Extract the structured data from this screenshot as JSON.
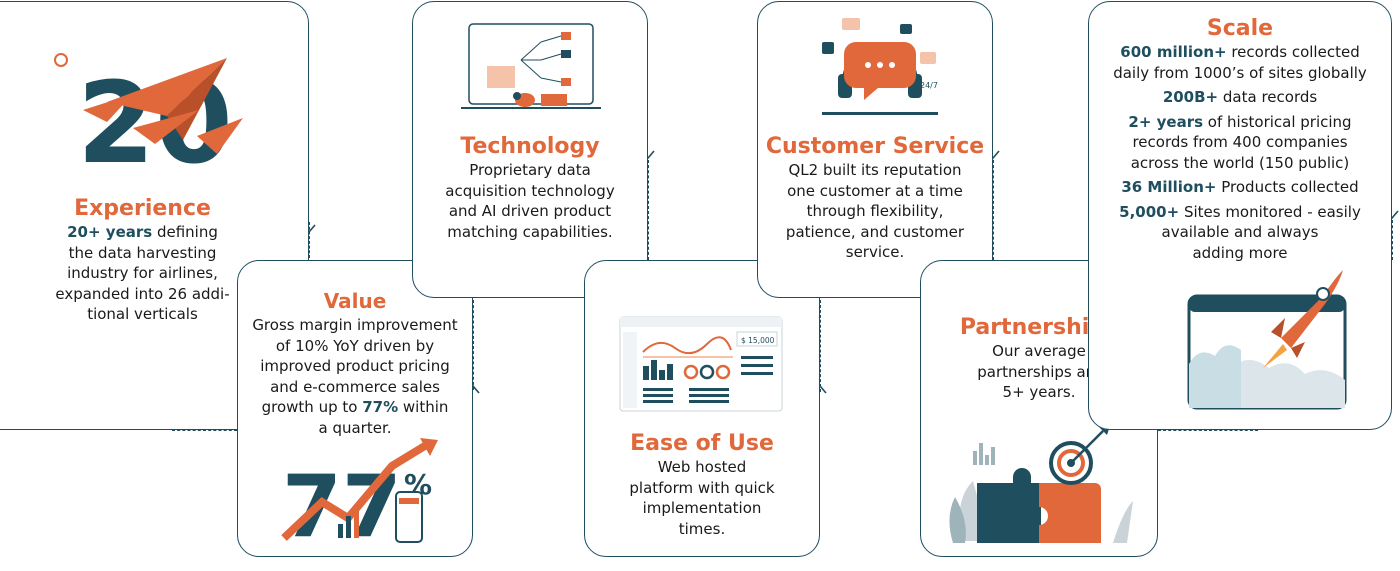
{
  "colors": {
    "accent": "#e0683a",
    "brand": "#1f4e5f",
    "highlight": "#1f4e5f"
  },
  "experience": {
    "title": "Experience",
    "illustration": "20-paper-planes",
    "figure_text": "20",
    "highlight": "20+ years",
    "line1_rest": " defining",
    "lines": [
      "the data harvesting",
      "industry for airlines,",
      "expanded into 26 addi-",
      "tional verticals"
    ]
  },
  "value": {
    "title": "Value",
    "illustration": "77-percent-growth-chart",
    "figure_text": "77",
    "figure_suffix": "%",
    "lines": [
      "Gross margin improvement",
      "of 10% YoY driven by",
      "improved product pricing",
      "and e-commerce sales"
    ],
    "line5_pre": "growth up to ",
    "line5_highlight": "77%",
    "line5_post": " within",
    "line6": "a quarter."
  },
  "technology": {
    "title": "Technology",
    "illustration": "laptop-spider-crawler",
    "lines": [
      "Proprietary data",
      "acquisition technology",
      "and AI driven product",
      "matching capabilities."
    ]
  },
  "ease": {
    "title": "Ease of Use",
    "illustration": "dashboard-screen",
    "dashboard_value": "$ 15,000",
    "lines": [
      "Web hosted",
      "platform with quick",
      "implementation",
      "times."
    ]
  },
  "customer": {
    "title": "Customer Service",
    "illustration": "headset-chat-bubbles",
    "badge": "24/7",
    "lines": [
      "QL2 built its reputation",
      "one customer at a time",
      "through flexibility,",
      "patience, and customer",
      "service."
    ]
  },
  "partnerships": {
    "title": "Partnerships",
    "illustration": "puzzle-target",
    "lines": [
      "Our average",
      "partnerships are",
      "5+ years."
    ]
  },
  "scale": {
    "title": "Scale",
    "illustration": "rocket-browser",
    "items": [
      {
        "hl": "600 million+",
        "text": " records collected",
        "extra": [
          "daily from 1000’s of sites globally"
        ]
      },
      {
        "hl": "200B+",
        "text": " data records",
        "extra": []
      },
      {
        "hl": "2+ years",
        "text": " of historical pricing",
        "extra": [
          "records from 400 companies",
          "across the world (150 public)"
        ]
      },
      {
        "hl": "36 Million+",
        "text": " Products collected",
        "extra": []
      },
      {
        "hl": "5,000+",
        "text": " Sites monitored - easily",
        "extra": [
          "available and always",
          "adding more"
        ]
      }
    ]
  }
}
